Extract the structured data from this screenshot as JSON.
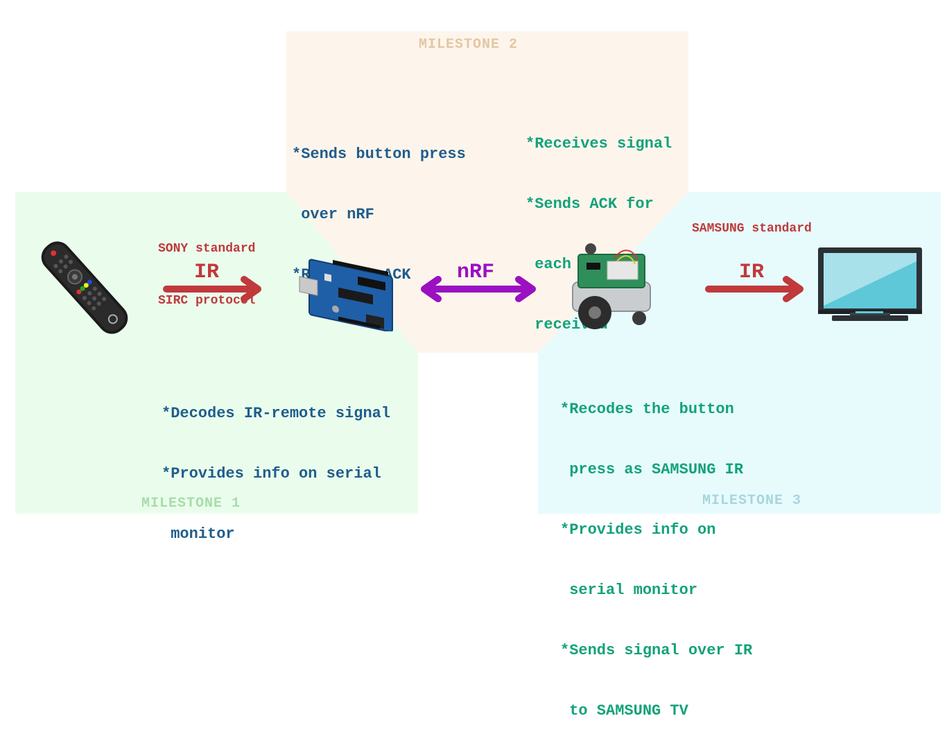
{
  "milestones": {
    "m1": {
      "title": "MILESTONE 1",
      "color": "#a8dca8"
    },
    "m2": {
      "title": "MILESTONE 2",
      "color": "#e2c7a2"
    },
    "m3": {
      "title": "MILESTONE 3",
      "color": "#a8d5de"
    }
  },
  "colors": {
    "zone1_bg": "#eafded",
    "zone2_bg": "#fdf5ec",
    "zone3_bg": "#e7fbfd",
    "ir_arrow": "#c0393b",
    "nrf_arrow": "#9a10c2"
  },
  "protocols": {
    "sony_line1": "SONY standard",
    "sony_line2": "SIRC protocol",
    "samsung": "SAMSUNG standard"
  },
  "links": {
    "ir_left": "IR",
    "nrf": "nRF",
    "ir_right": "IR"
  },
  "notes": {
    "m2_left": [
      "*Sends button press",
      " over nRF",
      "*Receives ACK"
    ],
    "m2_right": [
      "*Receives signal",
      "*Sends ACK for",
      " each packet",
      " received"
    ],
    "m1": [
      "*Decodes IR-remote signal",
      "*Provides info on serial",
      " monitor"
    ],
    "m3": [
      "*Recodes the button",
      " press as SAMSUNG IR",
      "*Provides info on",
      " serial monitor",
      "*Sends signal over IR",
      " to SAMSUNG TV"
    ]
  },
  "devices": {
    "remote": "remote-control-icon",
    "arduino": "arduino-board-icon",
    "robot": "robot-car-icon",
    "tv": "television-icon"
  }
}
